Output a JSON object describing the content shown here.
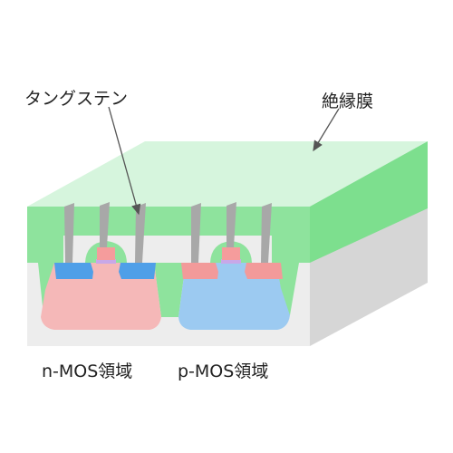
{
  "labels": {
    "tungsten": "タングステン",
    "insulator": "絶縁膜",
    "nmos": "n-MOS領域",
    "pmos": "p-MOS領域"
  },
  "colors": {
    "insulator_top": "#d6f5dd",
    "insulator_front": "#8ee39d",
    "insulator_side": "#7ddf8e",
    "substrate_front": "#ededed",
    "substrate_side": "#d6d6d6",
    "p_well": "#f5b8b8",
    "n_well": "#9ccaf1",
    "n_diffusion": "#4f9fe8",
    "p_diffusion": "#f29a9a",
    "gate_oxide": "#c8a8e8",
    "gate": "#f59c9c",
    "tungsten": "#a8a8a8",
    "arrow": "#555555"
  }
}
